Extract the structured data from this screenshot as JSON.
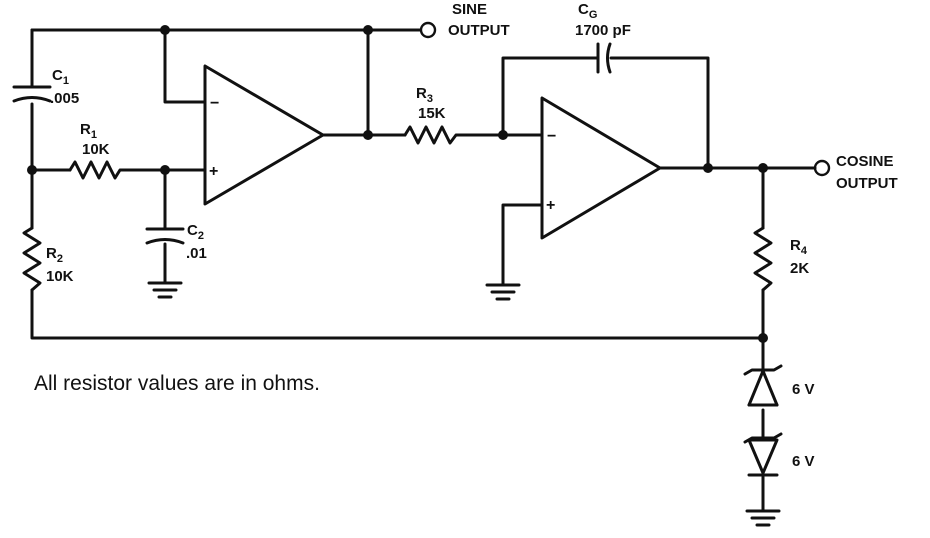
{
  "labels": {
    "c1": {
      "name": "C",
      "sub": "1",
      "value": ".005"
    },
    "r1": {
      "name": "R",
      "sub": "1",
      "value": "10K"
    },
    "r2": {
      "name": "R",
      "sub": "2",
      "value": "10K"
    },
    "c2": {
      "name": "C",
      "sub": "2",
      "value": ".01"
    },
    "r3": {
      "name": "R",
      "sub": "3",
      "value": "15K"
    },
    "cg": {
      "name": "C",
      "sub": "G",
      "value": "1700 pF"
    },
    "r4": {
      "name": "R",
      "sub": "4",
      "value": "2K"
    }
  },
  "outputs": {
    "sine": {
      "line1": "SINE",
      "line2": "OUTPUT"
    },
    "cosine": {
      "line1": "COSINE",
      "line2": "OUTPUT"
    }
  },
  "zeners": {
    "z1": "6 V",
    "z2": "6 V"
  },
  "opamp_pins": {
    "minus": "−",
    "plus": "+"
  },
  "note": "All resistor values are in ohms."
}
